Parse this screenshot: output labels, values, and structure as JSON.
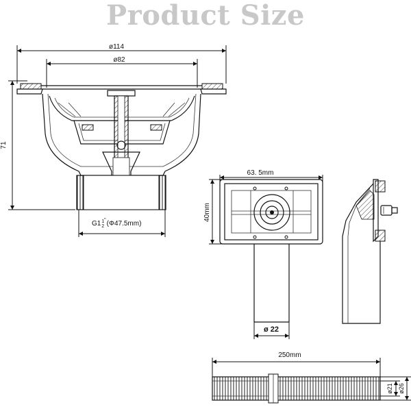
{
  "title": "Product Size",
  "strainer": {
    "outer_diameter": "ø114",
    "inner_diameter": "ø82",
    "height": "71",
    "thread_prefix": "G1",
    "thread_frac_top": "1",
    "thread_frac_bottom": "2",
    "thread_mark": "\"",
    "thread_suffix": "(Φ47.5mm)"
  },
  "overflow": {
    "width": "63. 5mm",
    "height": "40mm",
    "pipe_diameter": "ø 22"
  },
  "hose": {
    "length": "250mm",
    "inner_diameter": "ø21",
    "outer_diameter": "ø26"
  }
}
